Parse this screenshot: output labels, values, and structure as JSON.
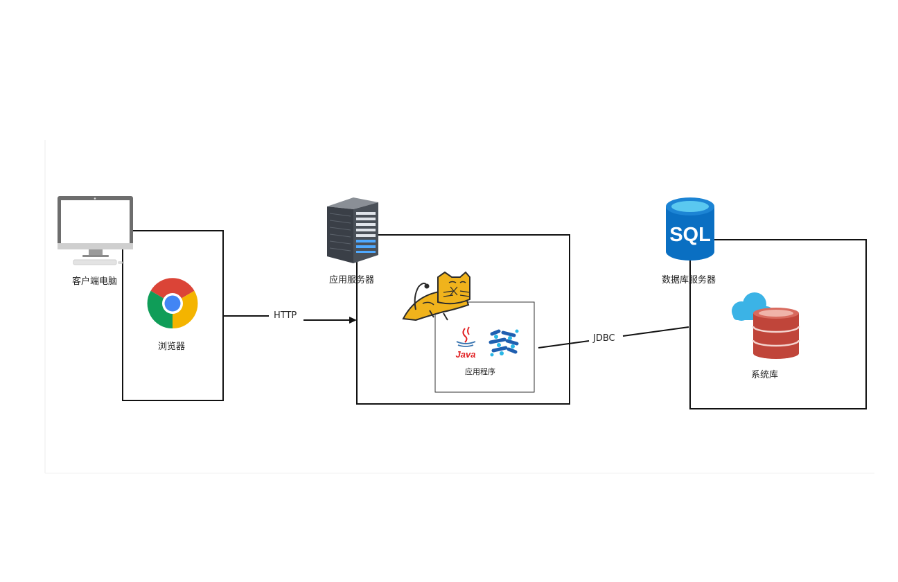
{
  "client": {
    "label": "客户端电脑",
    "browser_label": "浏览器"
  },
  "app_server": {
    "label": "应用服务器",
    "app_label": "应用程序",
    "java_text": "Java"
  },
  "db_server": {
    "label": "数据库服务器",
    "sql_text": "SQL",
    "db_label": "系统库"
  },
  "connections": {
    "http": "HTTP",
    "jdbc": "JDBC"
  },
  "colors": {
    "line": "#111111",
    "sql_blue": "#0a6fc2",
    "db_red": "#c0453a",
    "cloud": "#3bb3e6"
  }
}
